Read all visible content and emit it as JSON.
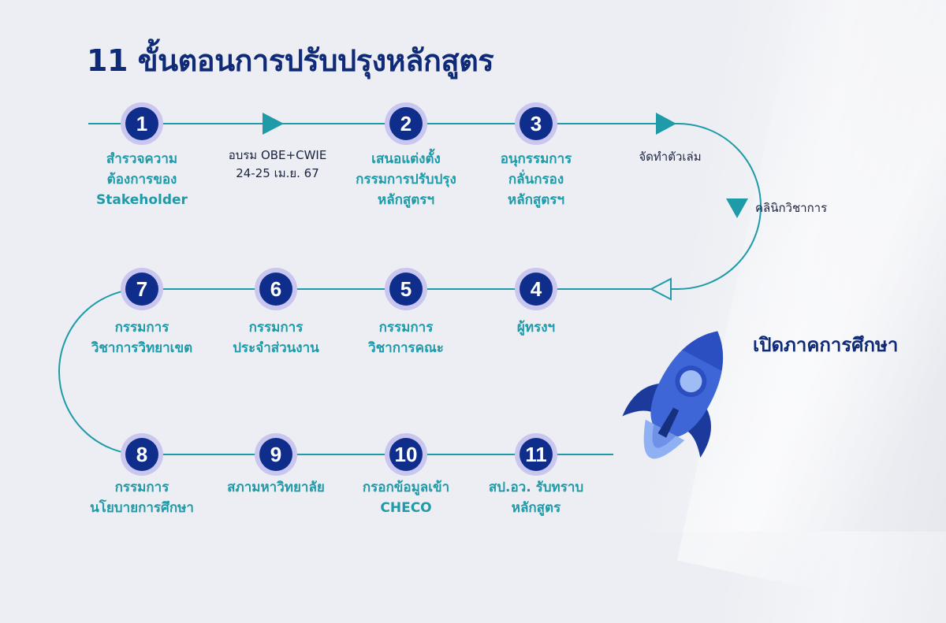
{
  "title": "11 ขั้นตอนการปรับปรุงหลักสูตร",
  "colors": {
    "navy": "#0f2e8c",
    "teal": "#1f9aa8",
    "ring": "#c9c6ef",
    "rocket": "#3f66d6"
  },
  "steps": [
    {
      "number": "1",
      "lines": [
        "สำรวจความ",
        "ต้องการของ",
        "Stakeholder"
      ]
    },
    {
      "number": "2",
      "lines": [
        "เสนอแต่งตั้ง",
        "กรรมการปรับปรุง",
        "หลักสูตรฯ"
      ]
    },
    {
      "number": "3",
      "lines": [
        "อนุกรรมการ",
        "กลั่นกรอง",
        "หลักสูตรฯ"
      ]
    },
    {
      "number": "4",
      "lines": [
        "ผู้ทรงฯ"
      ]
    },
    {
      "number": "5",
      "lines": [
        "กรรมการ",
        "วิชาการคณะ"
      ]
    },
    {
      "number": "6",
      "lines": [
        "กรรมการ",
        "ประจำส่วนงาน"
      ]
    },
    {
      "number": "7",
      "lines": [
        "กรรมการ",
        "วิชาการวิทยาเขต"
      ]
    },
    {
      "number": "8",
      "lines": [
        "กรรมการ",
        "นโยบายการศึกษา"
      ]
    },
    {
      "number": "9",
      "lines": [
        "สภามหาวิทยาลัย"
      ]
    },
    {
      "number": "10",
      "lines": [
        "กรอกข้อมูลเข้า",
        "CHECO"
      ]
    },
    {
      "number": "11",
      "lines": [
        "สป.อว. รับทราบ",
        "หลักสูตร"
      ]
    }
  ],
  "side_steps": {
    "training": [
      "อบรม OBE+CWIE",
      "24-25 เม.ย. 67"
    ],
    "binding": "จัดทำตัวเล่ม",
    "clinic": "คลินิกวิชาการ"
  },
  "finish": "เปิดภาคการศึกษา"
}
